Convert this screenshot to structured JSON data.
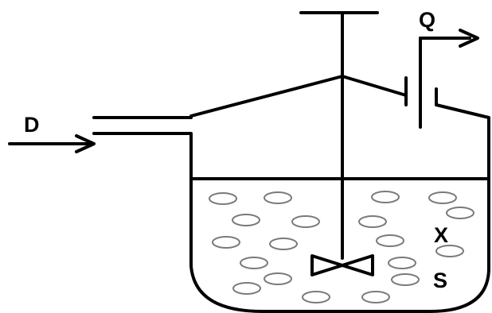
{
  "diagram": {
    "labels": {
      "feed": "D",
      "outflow": "Q",
      "biomass": "X",
      "substrate": "S"
    },
    "colors": {
      "line": "#000000",
      "bubble_outline": "#7a7a7a",
      "background": "#ffffff"
    }
  }
}
